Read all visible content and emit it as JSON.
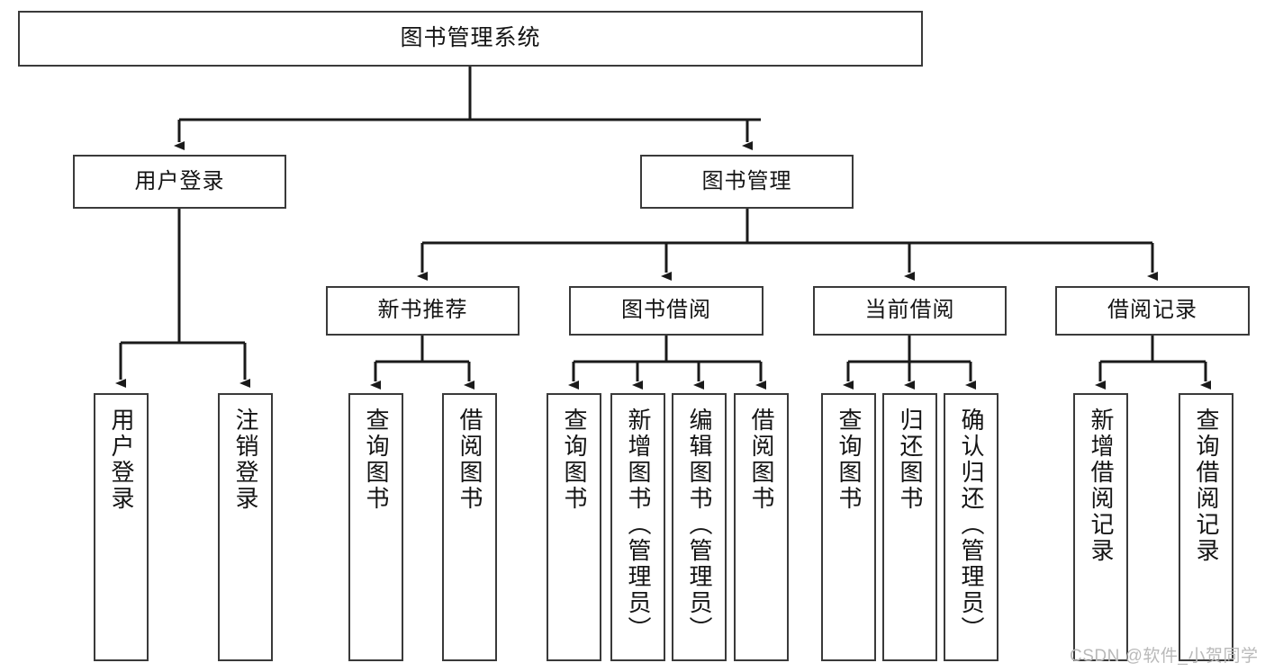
{
  "diagram": {
    "title": "图书管理系统",
    "type": "tree-hierarchy-chart",
    "watermark": "CSDN @软件_小贺同学",
    "colors": {
      "box_border": "#3a3a3a",
      "box_fill": "#ffffff",
      "connector": "#1a1a1a",
      "text": "#141414",
      "watermark": "#b9b9b9",
      "background": "#ffffff"
    }
  },
  "nodes": {
    "root": {
      "label": "图书管理系统"
    },
    "level2": [
      {
        "id": "user-login",
        "label": "用户登录"
      },
      {
        "id": "book-manage",
        "label": "图书管理"
      }
    ],
    "level3": [
      {
        "id": "new-book-recommend",
        "label": "新书推荐"
      },
      {
        "id": "book-borrow",
        "label": "图书借阅"
      },
      {
        "id": "current-borrow",
        "label": "当前借阅"
      },
      {
        "id": "borrow-record",
        "label": "借阅记录"
      }
    ],
    "leaves": {
      "user_login": [
        {
          "id": "leaf-user-login",
          "label": "用户登录"
        },
        {
          "id": "leaf-logout-login",
          "label": "注销登录"
        }
      ],
      "new_book_recommend": [
        {
          "id": "leaf-query-book-1",
          "label": "查询图书"
        },
        {
          "id": "leaf-borrow-book-1",
          "label": "借阅图书"
        }
      ],
      "book_borrow": [
        {
          "id": "leaf-query-book-2",
          "label": "查询图书"
        },
        {
          "id": "leaf-add-book",
          "label": "新增图书（管理员）"
        },
        {
          "id": "leaf-edit-book",
          "label": "编辑图书（管理员）"
        },
        {
          "id": "leaf-borrow-book-2",
          "label": "借阅图书"
        }
      ],
      "current_borrow": [
        {
          "id": "leaf-query-book-3",
          "label": "查询图书"
        },
        {
          "id": "leaf-return-book",
          "label": "归还图书"
        },
        {
          "id": "leaf-confirm-return",
          "label": "确认归还（管理员）"
        }
      ],
      "borrow_record": [
        {
          "id": "leaf-add-record",
          "label": "新增借阅记录"
        },
        {
          "id": "leaf-query-record",
          "label": "查询借阅记录"
        }
      ]
    }
  }
}
